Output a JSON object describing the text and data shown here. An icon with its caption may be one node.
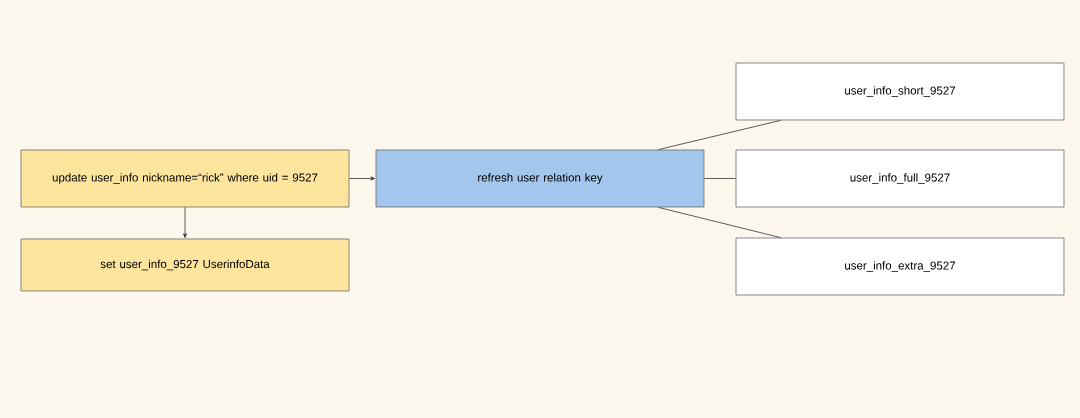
{
  "diagram": {
    "nodes": [
      {
        "text": [
          "update user_info nickname=“rick” where uid = 9527"
        ]
      },
      {
        "text": [
          "set user_info_9527 UserinfoData"
        ]
      },
      {
        "text": [
          "refresh user relation key"
        ]
      },
      {
        "text": [
          "user_info_short_9527"
        ]
      },
      {
        "text": [
          "user_info_full_9527"
        ]
      },
      {
        "text": [
          "user_info_extra_9527"
        ]
      }
    ],
    "edges": [
      {
        "from": 0,
        "to": 1,
        "arrow": "to"
      },
      {
        "from": 0,
        "to": 2,
        "arrow": "to"
      },
      {
        "from": 2,
        "to": 3,
        "arrow": "none"
      },
      {
        "from": 2,
        "to": 4,
        "arrow": "none"
      },
      {
        "from": 2,
        "to": 5,
        "arrow": "none"
      }
    ]
  }
}
